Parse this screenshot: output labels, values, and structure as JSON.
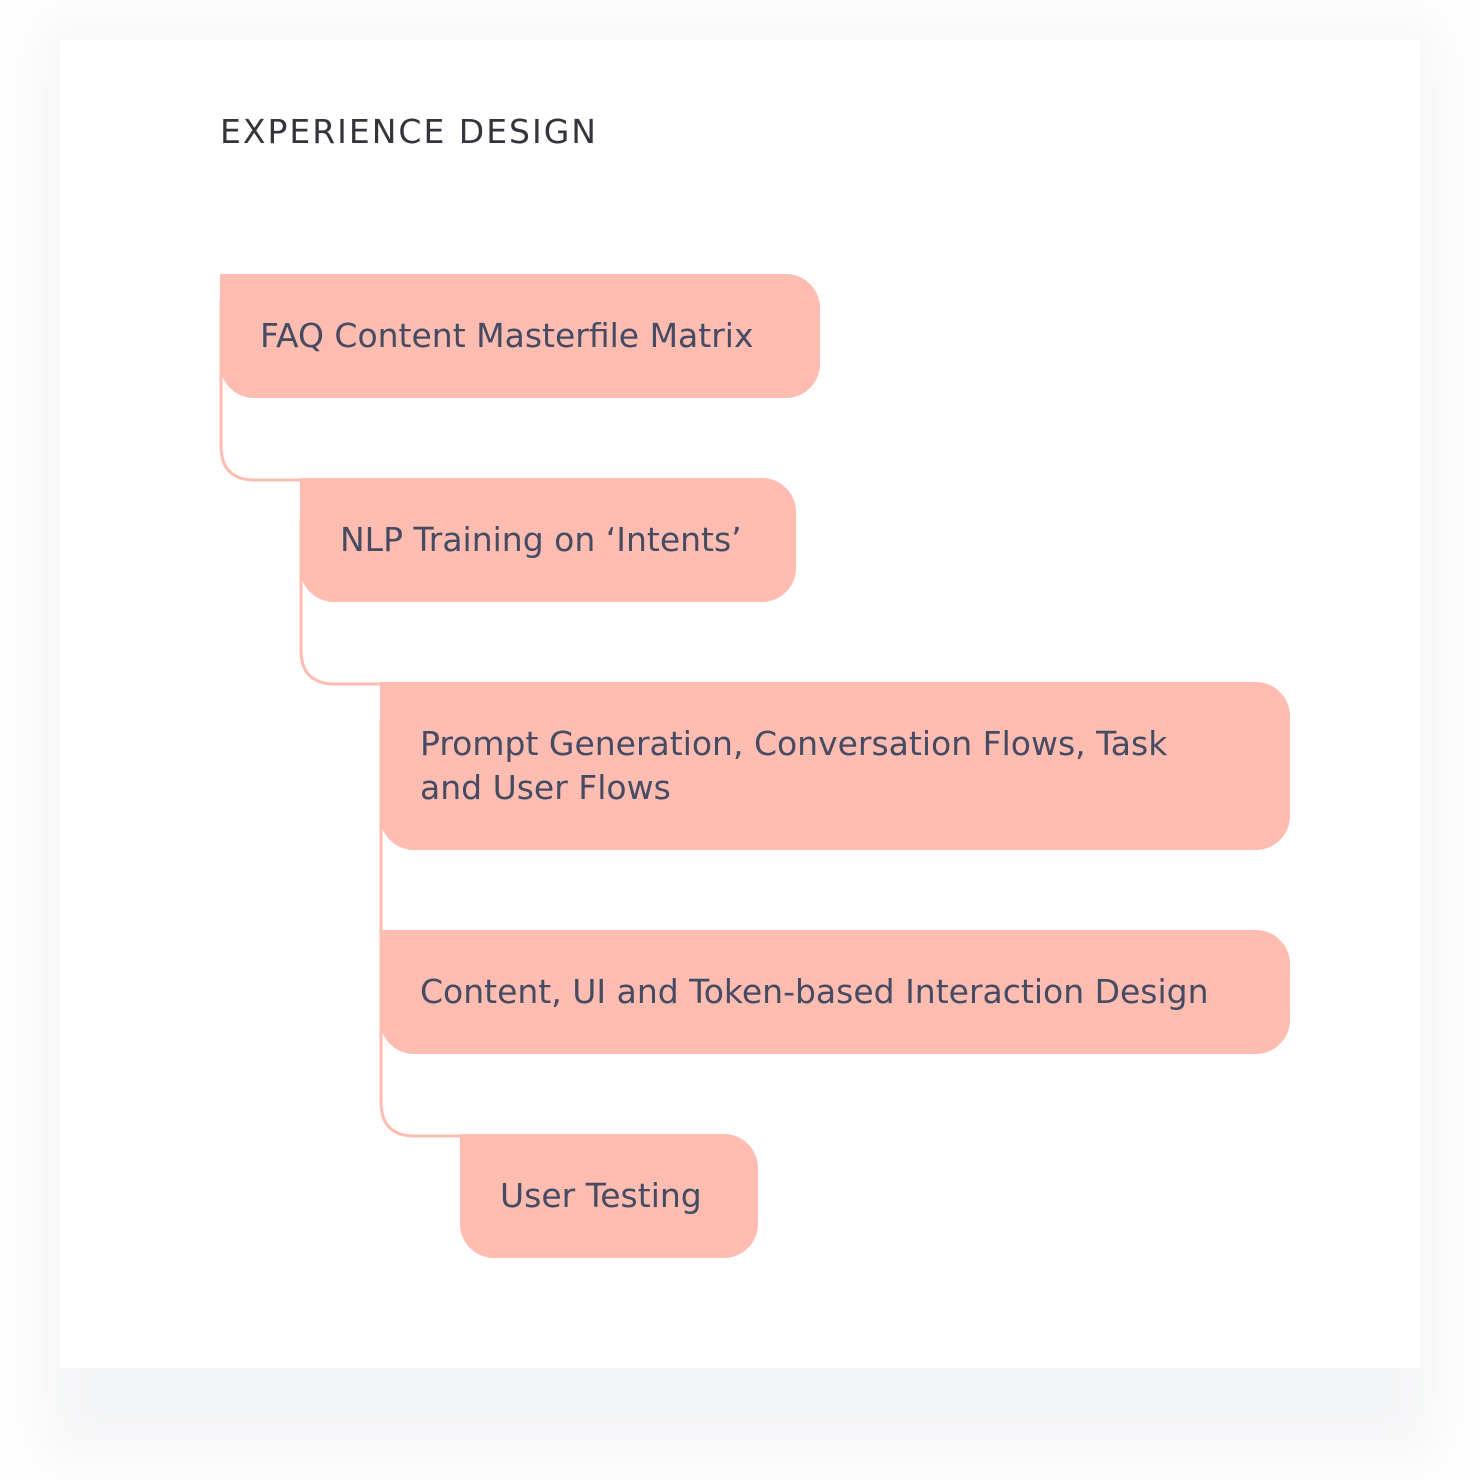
{
  "section_title": "EXPERIENCE DESIGN",
  "colors": {
    "node_fill": "#ffbcb0",
    "connector": "#ffbcb0",
    "node_text": "#454b63",
    "title_text": "#33343c"
  },
  "steps": [
    {
      "label": "FAQ Content Masterfile Matrix"
    },
    {
      "label": "NLP Training on ‘Intents’"
    },
    {
      "label": "Prompt Generation, Conversation Flows, Task and User Flows"
    },
    {
      "label": "Content, UI and Token-based Interaction Design"
    },
    {
      "label": "User Testing"
    }
  ]
}
